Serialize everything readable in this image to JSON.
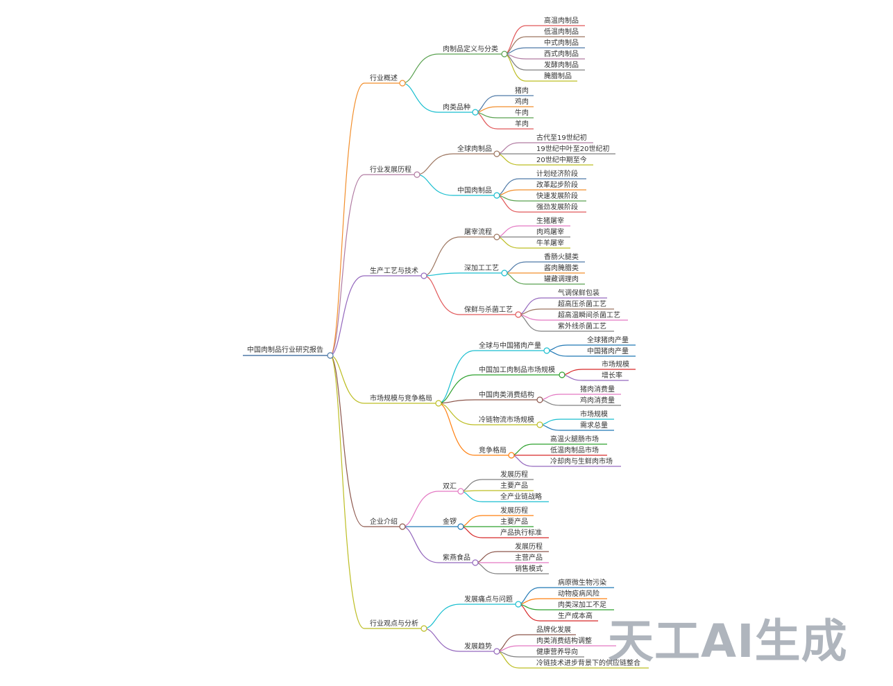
{
  "root": "中国肉制品行业研究报告",
  "watermark": "天工AI生成",
  "sections": [
    {
      "label": "行业概述",
      "color": "#f28e2b",
      "children": [
        {
          "label": "肉制品定义与分类",
          "color": "#59a14f",
          "children": [
            {
              "label": "高温肉制品",
              "color": "#e15759"
            },
            {
              "label": "低温肉制品",
              "color": "#9c755f"
            },
            {
              "label": "中式肉制品",
              "color": "#4e79a7"
            },
            {
              "label": "西式肉制品",
              "color": "#b07aa1"
            },
            {
              "label": "发酵肉制品",
              "color": "#7f7f7f"
            },
            {
              "label": "腌腊制品",
              "color": "#bcbd22"
            }
          ]
        },
        {
          "label": "肉类品种",
          "color": "#17becf",
          "children": [
            {
              "label": "猪肉",
              "color": "#4e79a7"
            },
            {
              "label": "鸡肉",
              "color": "#f28e2b"
            },
            {
              "label": "牛肉",
              "color": "#59a14f"
            },
            {
              "label": "羊肉",
              "color": "#e15759"
            }
          ]
        }
      ]
    },
    {
      "label": "行业发展历程",
      "color": "#b07aa1",
      "children": [
        {
          "label": "全球肉制品",
          "color": "#9c755f",
          "children": [
            {
              "label": "古代至19世纪初",
              "color": "#b07aa1"
            },
            {
              "label": "19世纪中叶至20世纪初",
              "color": "#7f7f7f"
            },
            {
              "label": "20世纪中期至今",
              "color": "#bcbd22"
            }
          ]
        },
        {
          "label": "中国肉制品",
          "color": "#17becf",
          "children": [
            {
              "label": "计划经济阶段",
              "color": "#4e79a7"
            },
            {
              "label": "改革起步阶段",
              "color": "#f28e2b"
            },
            {
              "label": "快速发展阶段",
              "color": "#59a14f"
            },
            {
              "label": "强劲发展阶段",
              "color": "#e15759"
            }
          ]
        }
      ]
    },
    {
      "label": "生产工艺与技术",
      "color": "#9467bd",
      "children": [
        {
          "label": "屠宰流程",
          "color": "#9c755f",
          "children": [
            {
              "label": "生猪屠宰",
              "color": "#e377c2"
            },
            {
              "label": "肉鸡屠宰",
              "color": "#7f7f7f"
            },
            {
              "label": "牛羊屠宰",
              "color": "#bcbd22"
            }
          ]
        },
        {
          "label": "深加工工艺",
          "color": "#17becf",
          "children": [
            {
              "label": "香肠火腿类",
              "color": "#4e79a7"
            },
            {
              "label": "酱肉腌腊类",
              "color": "#f28e2b"
            },
            {
              "label": "罐藏调理肉",
              "color": "#59a14f"
            }
          ]
        },
        {
          "label": "保鲜与杀菌工艺",
          "color": "#e15759",
          "children": [
            {
              "label": "气调保鲜包装",
              "color": "#9467bd"
            },
            {
              "label": "超高压杀菌工艺",
              "color": "#9c755f"
            },
            {
              "label": "超高温瞬间杀菌工艺",
              "color": "#e377c2"
            },
            {
              "label": "紫外线杀菌工艺",
              "color": "#7f7f7f"
            }
          ]
        }
      ]
    },
    {
      "label": "市场规模与竞争格局",
      "color": "#bcbd22",
      "children": [
        {
          "label": "全球与中国猪肉产量",
          "color": "#17becf",
          "children": [
            {
              "label": "全球猪肉产量",
              "color": "#1f77b4"
            },
            {
              "label": "中国猪肉产量",
              "color": "#1f77b4"
            }
          ]
        },
        {
          "label": "中国加工肉制品市场规模",
          "color": "#2ca02c",
          "children": [
            {
              "label": "市场规模",
              "color": "#d62728"
            },
            {
              "label": "增长率",
              "color": "#9467bd"
            }
          ]
        },
        {
          "label": "中国肉类消费结构",
          "color": "#8c564b",
          "children": [
            {
              "label": "猪肉消费量",
              "color": "#e377c2"
            },
            {
              "label": "鸡肉消费量",
              "color": "#7f7f7f"
            }
          ]
        },
        {
          "label": "冷链物流市场规模",
          "color": "#bcbd22",
          "children": [
            {
              "label": "市场规模",
              "color": "#17becf"
            },
            {
              "label": "需求总量",
              "color": "#1f77b4"
            }
          ]
        },
        {
          "label": "竞争格局",
          "color": "#ff7f0e",
          "children": [
            {
              "label": "高温火腿肠市场",
              "color": "#2ca02c"
            },
            {
              "label": "低温肉制品市场",
              "color": "#d62728"
            },
            {
              "label": "冷却肉与生鲜肉市场",
              "color": "#9467bd"
            }
          ]
        }
      ]
    },
    {
      "label": "企业介绍",
      "color": "#8c564b",
      "children": [
        {
          "label": "双汇",
          "color": "#e377c2",
          "children": [
            {
              "label": "发展历程",
              "color": "#7f7f7f"
            },
            {
              "label": "主要产品",
              "color": "#bcbd22"
            },
            {
              "label": "全产业链战略",
              "color": "#17becf"
            }
          ]
        },
        {
          "label": "金锣",
          "color": "#1f77b4",
          "children": [
            {
              "label": "发展历程",
              "color": "#ff7f0e"
            },
            {
              "label": "主要产品",
              "color": "#2ca02c"
            },
            {
              "label": "产品执行标准",
              "color": "#d62728"
            }
          ]
        },
        {
          "label": "紫燕食品",
          "color": "#9467bd",
          "children": [
            {
              "label": "发展历程",
              "color": "#8c564b"
            },
            {
              "label": "主营产品",
              "color": "#e377c2"
            },
            {
              "label": "销售模式",
              "color": "#7f7f7f"
            }
          ]
        }
      ]
    },
    {
      "label": "行业观点与分析",
      "color": "#bcbd22",
      "children": [
        {
          "label": "发展痛点与问题",
          "color": "#17becf",
          "children": [
            {
              "label": "病原微生物污染",
              "color": "#1f77b4"
            },
            {
              "label": "动物疫病风险",
              "color": "#ff7f0e"
            },
            {
              "label": "肉类深加工不足",
              "color": "#2ca02c"
            },
            {
              "label": "生产成本高",
              "color": "#d62728"
            }
          ]
        },
        {
          "label": "发展趋势",
          "color": "#9467bd",
          "children": [
            {
              "label": "品牌化发展",
              "color": "#8c564b"
            },
            {
              "label": "肉类消费结构调整",
              "color": "#e377c2"
            },
            {
              "label": "健康营养导向",
              "color": "#7f7f7f"
            },
            {
              "label": "冷链技术进步背景下的供应链整合",
              "color": "#bcbd22"
            }
          ]
        }
      ]
    }
  ]
}
